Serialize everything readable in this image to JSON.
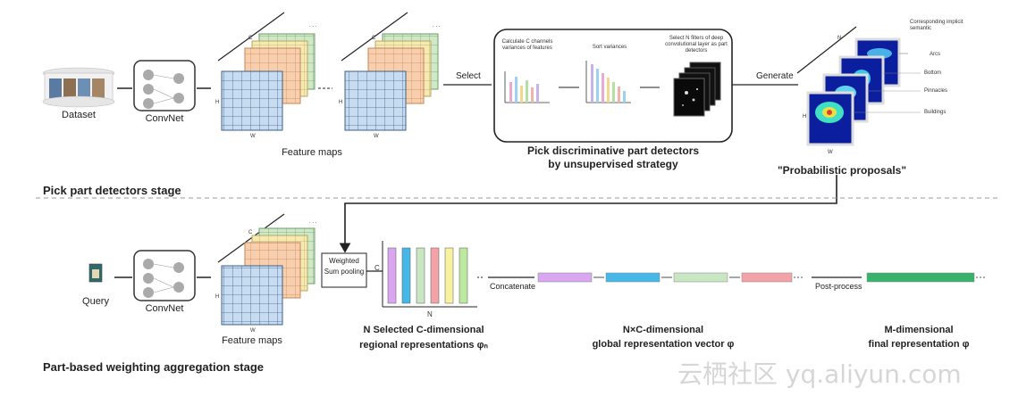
{
  "top_stage": {
    "title": "Pick part detectors stage",
    "dataset_label": "Dataset",
    "convnet_label": "ConvNet",
    "feature_maps_label": "Feature maps",
    "select_label": "Select",
    "generate_label": "Generate",
    "pick_box": {
      "step1": "Calculate C channels variances of features",
      "step2": "Sort variances",
      "step3": "Select N filters of deep convolutional layer as part detectors",
      "caption_line1": "Pick discriminative part detectors",
      "caption_line2": "by unsupervised strategy"
    },
    "proposals_label": "\"Probabilistic proposals\"",
    "semantic": {
      "heading": "Corresponding implicit semantic",
      "items": [
        "Arcs",
        "Bottom",
        "Pinnacles",
        "Buildings"
      ]
    },
    "dims": {
      "c": "C",
      "h": "H",
      "w": "W",
      "n": "N"
    }
  },
  "bottom_stage": {
    "title": "Part-based weighting aggregation stage",
    "query_label": "Query",
    "convnet_label": "ConvNet",
    "feature_maps_label": "Feature maps",
    "weighted_line1": "Weighted",
    "weighted_line2": "Sum pooling",
    "regional_line1": "N Selected C-dimensional",
    "regional_line2": "regional representations φₙ",
    "concatenate_label": "Concatenate",
    "global_line1": "N×C-dimensional",
    "global_line2": "global representation vector φ",
    "postprocess_label": "Post-process",
    "final_line1": "M-dimensional",
    "final_line2": "final representation φ",
    "dims": {
      "c": "C",
      "n": "N"
    }
  },
  "watermark": "云栖社区 yq.aliyun.com",
  "colors": {
    "grid_blue": "#b9d3ee",
    "orange": "#f6c7a0",
    "yellow": "#f3e6a4",
    "green": "#bfe3bd",
    "purple": "#d9a6f0",
    "cyan": "#45b8e8",
    "light_green": "#c8e6c2",
    "pink": "#f2a3a8",
    "deep_green": "#39b36b"
  }
}
